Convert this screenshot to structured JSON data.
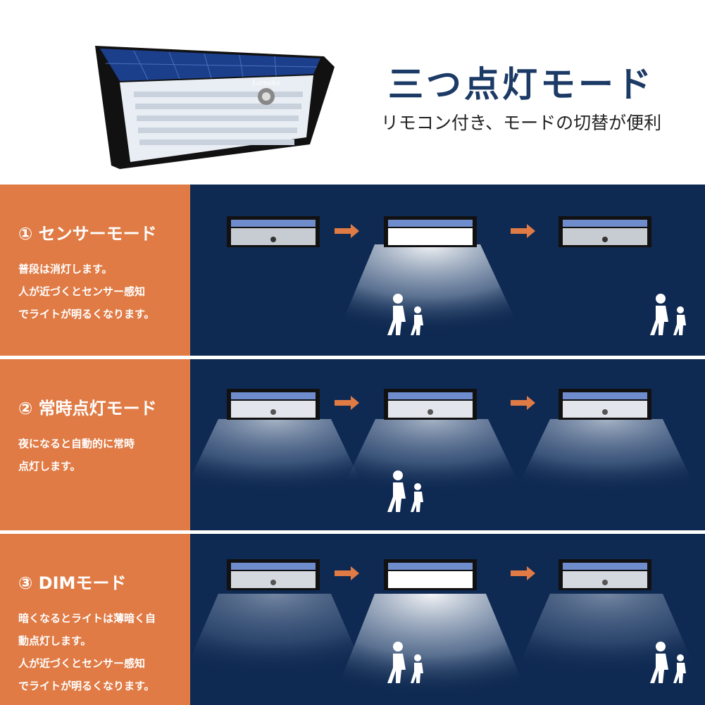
{
  "header": {
    "title": "三つ点灯モード",
    "subtitle": "リモコン付き、モードの切替が便利",
    "brand": "Lamake"
  },
  "colors": {
    "accent_orange": "#e07b45",
    "panel_navy": "#0f2a52",
    "title_navy": "#1c3a66"
  },
  "modes": [
    {
      "heading": "① センサーモード",
      "lines": [
        "普段は消灯します。",
        "人が近づくとセンサー感知",
        "でライトが明るくなります。"
      ]
    },
    {
      "heading": "② 常時点灯モード",
      "lines": [
        "夜になると自動的に常時",
        "点灯します。"
      ]
    },
    {
      "heading": "③ DIMモード",
      "lines": [
        "暗くなるとライトは薄暗く自",
        "動点灯します。",
        "人が近づくとセンサー感知",
        "でライトが明るくなります。"
      ]
    }
  ],
  "icons": {
    "arrow": "arrow-right-icon",
    "people": "walking-adult-child-icon",
    "light": "solar-wall-light-icon"
  }
}
